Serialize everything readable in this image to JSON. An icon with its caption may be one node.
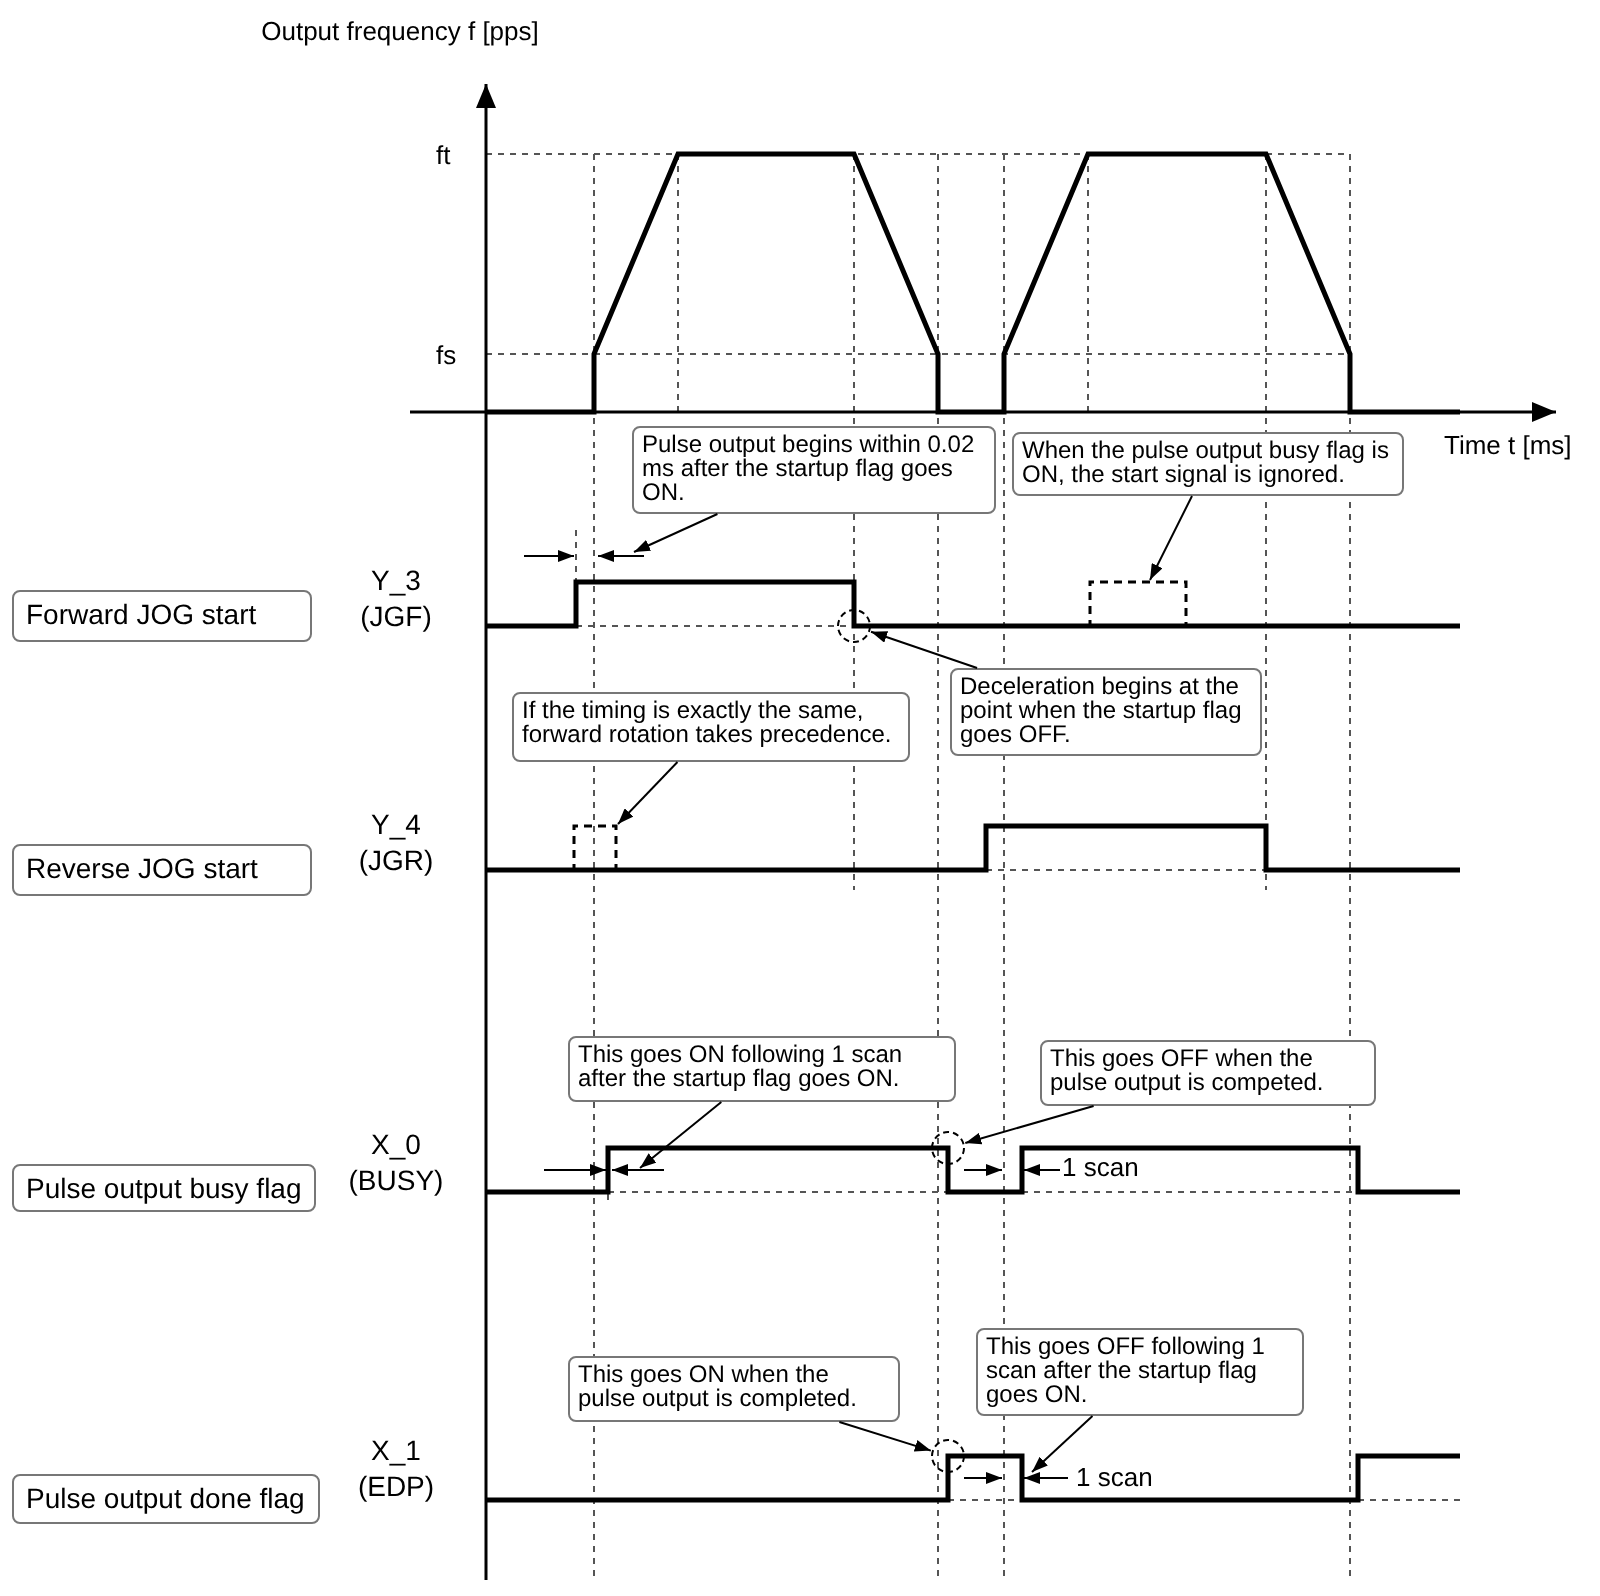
{
  "diagram": {
    "nodes": [
      {
        "text": [
          "Forward JOG start"
        ],
        "beside": [
          "Y_3 (JGF)"
        ]
      },
      {
        "text": [
          "Reverse JOG start"
        ],
        "beside": [
          "Y_4 (JGR)"
        ]
      },
      {
        "text": [
          "Pulse output busy flag"
        ],
        "beside": [
          "X_0 (BUSY)"
        ]
      },
      {
        "text": [
          "Pulse output done flag"
        ],
        "beside": [
          "X_1 (EDP)"
        ]
      },
      {
        "text": [
          "Pulse output begins within 0.02 ms after the startup flag goes ON."
        ]
      },
      {
        "text": [
          "When the pulse output busy flag is ON, the start signal is ignored."
        ]
      },
      {
        "text": [
          "Deceleration begins at the point when the startup flag goes OFF."
        ]
      },
      {
        "text": [
          "If the timing is exactly the same, forward rotation takes precedence."
        ]
      },
      {
        "text": [
          "This goes ON following 1 scan after the startup flag goes ON."
        ]
      },
      {
        "text": [
          "This goes OFF when the pulse output is competed."
        ]
      },
      {
        "text": [
          "This goes ON when the pulse output is completed."
        ]
      },
      {
        "text": [
          "This goes OFF following 1 scan after the startup flag goes ON."
        ]
      },
      {
        "text": [],
        "shape": "box"
      },
      {
        "text": [],
        "shape": "circle"
      },
      {
        "text": [],
        "shape": "box"
      },
      {
        "text": [],
        "shape": "circle"
      },
      {
        "text": [],
        "shape": "circle"
      }
    ],
    "edges": [
      {
        "from": 4,
        "to": null,
        "arrow": "to"
      },
      {
        "from": 5,
        "to": 12,
        "arrow": "to"
      },
      {
        "from": 6,
        "to": 13,
        "arrow": "to"
      },
      {
        "from": 7,
        "to": 14,
        "arrow": "to"
      },
      {
        "from": 8,
        "to": null,
        "arrow": "to"
      },
      {
        "from": 9,
        "to": 15,
        "arrow": "to"
      },
      {
        "from": 10,
        "to": 16,
        "arrow": "to"
      },
      {
        "from": 11,
        "to": null,
        "arrow": "to"
      }
    ],
    "labels": [
      "Output frequency f [pps]",
      "ft",
      "fs",
      "Time t [ms]",
      "1 scan",
      "1 scan"
    ]
  }
}
